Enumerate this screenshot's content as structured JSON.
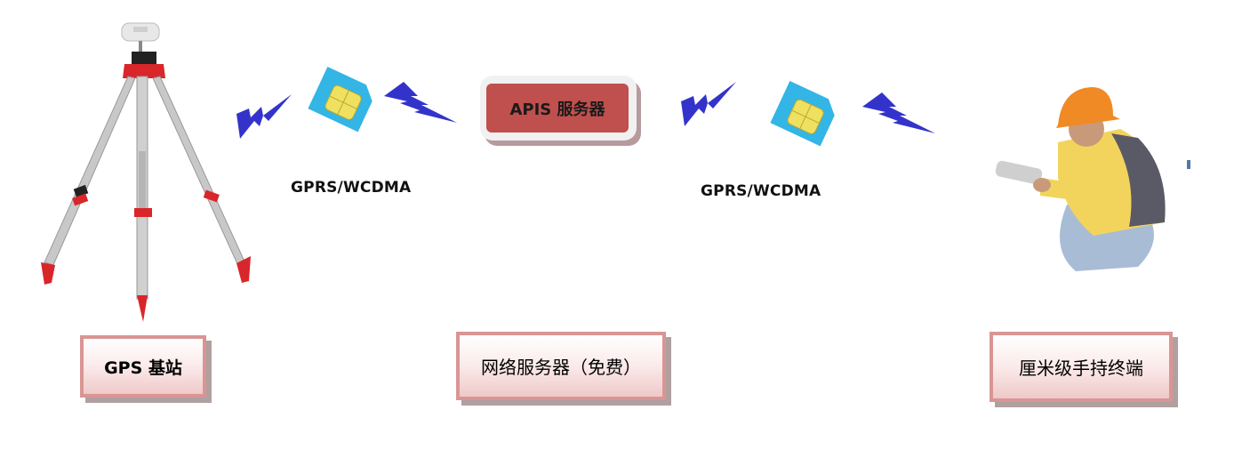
{
  "diagram": {
    "nodes": {
      "base_station": {
        "label": "GPS 基站",
        "icon": "gps-tripod-receiver"
      },
      "api_server": {
        "label": "APIS 服务器",
        "color": "#c0504d"
      },
      "network_server": {
        "label": "网络服务器（免费）"
      },
      "handheld_terminal": {
        "label": "厘米级手持终端",
        "icon": "surveyor-with-handheld"
      }
    },
    "links": [
      {
        "from": "base_station",
        "to": "api_server",
        "label": "GPRS/WCDMA",
        "icon": "sim-card"
      },
      {
        "from": "api_server",
        "to": "handheld_terminal",
        "label": "GPRS/WCDMA",
        "icon": "sim-card"
      }
    ],
    "colors": {
      "lightning": "#3333cc",
      "sim_card": "#33b5e5",
      "sim_chip": "#f0e060",
      "label_border": "#d99594",
      "server_red": "#c0504d"
    }
  }
}
